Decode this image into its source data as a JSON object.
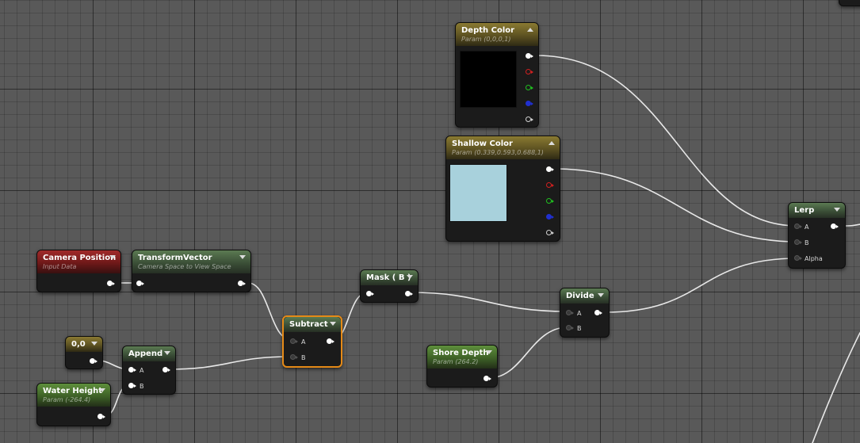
{
  "nodes": {
    "depth_color": {
      "title": "Depth Color",
      "subtitle": "Param (0,0,0,1)",
      "swatch": "#000000"
    },
    "shallow_color": {
      "title": "Shallow Color",
      "subtitle": "Param (0.339,0.593,0.688,1)",
      "swatch": "#a8d1dc"
    },
    "lerp": {
      "title": "Lerp",
      "pin_a": "A",
      "pin_b": "B",
      "pin_alpha": "Alpha"
    },
    "camera_position": {
      "title": "Camera Position",
      "subtitle": "Input Data"
    },
    "transform_vector": {
      "title": "TransformVector",
      "subtitle": "Camera Space to View Space"
    },
    "mask": {
      "title": "Mask ( B )"
    },
    "subtract": {
      "title": "Subtract",
      "pin_a": "A",
      "pin_b": "B"
    },
    "divide": {
      "title": "Divide",
      "pin_a": "A",
      "pin_b": "B"
    },
    "constant": {
      "title": "0,0"
    },
    "append": {
      "title": "Append",
      "pin_a": "A",
      "pin_b": "B"
    },
    "shore_depth": {
      "title": "Shore Depth",
      "subtitle": "Param (264.2)"
    },
    "water_height": {
      "title": "Water Height",
      "subtitle": "Param (-264.4)"
    }
  },
  "colors": {
    "selection": "#e58a17",
    "wire": "#e8e8e8",
    "pin_red": "#d02020",
    "pin_green": "#20c020",
    "pin_blue": "#2030d0",
    "pin_alpha": "#d0d0d0"
  }
}
